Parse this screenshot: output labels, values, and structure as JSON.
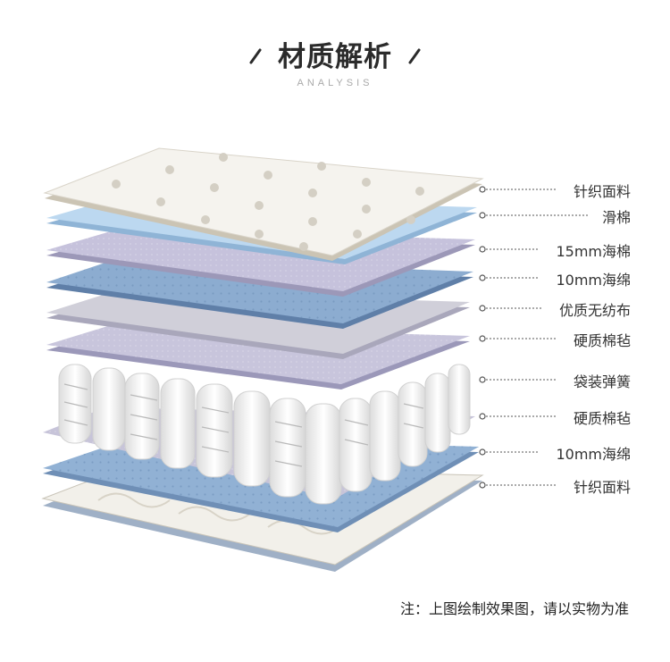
{
  "header": {
    "title": "材质解析",
    "subtitle": "ANALYSIS"
  },
  "layers": [
    {
      "label": "针织面料"
    },
    {
      "label": "滑棉"
    },
    {
      "label": "15mm海棉"
    },
    {
      "label": "10mm海绵"
    },
    {
      "label": "优质无纺布"
    },
    {
      "label": "硬质棉毡"
    },
    {
      "label": "袋装弹簧"
    },
    {
      "label": "硬质棉毡"
    },
    {
      "label": "10mm海绵"
    },
    {
      "label": "针织面料"
    }
  ],
  "note": "注：上图绘制效果图，请以实物为准",
  "colors": {
    "fabric": "#f4f2ec",
    "fabric_edge": "#cfc9bd",
    "blue_light": "#bcd8f0",
    "lavender": "#c9c6dc",
    "blue_foam": "#8fb0d3",
    "grey": "#cbc9d4",
    "spring": "#f3f3f3",
    "leader": "#555555"
  }
}
